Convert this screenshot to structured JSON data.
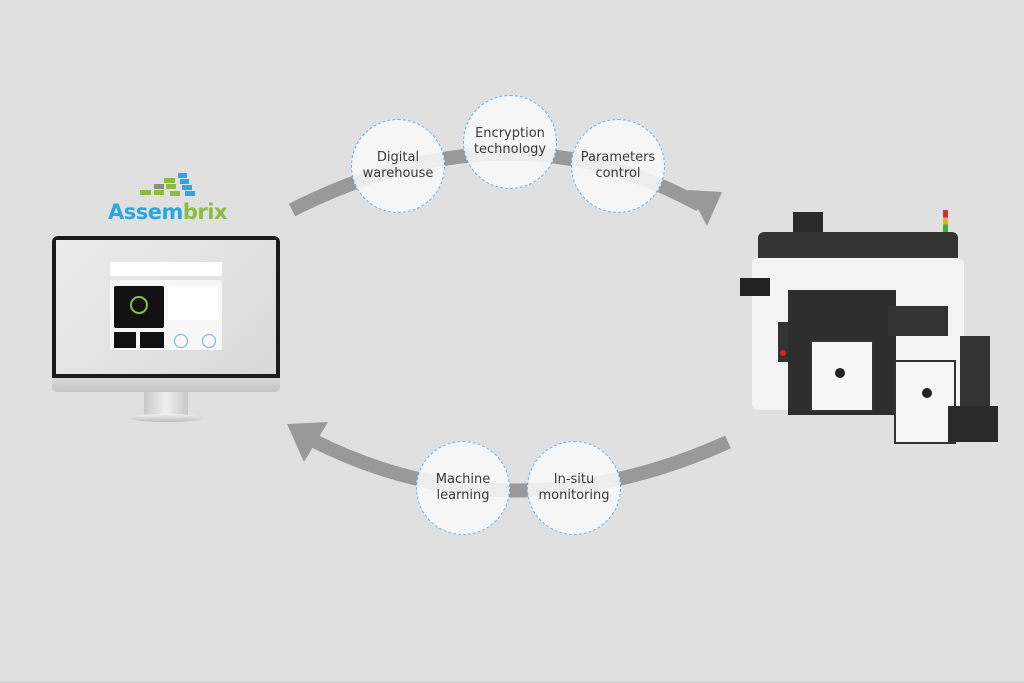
{
  "brand": {
    "name_part1": "Assem",
    "name_part2": "brix",
    "colors": {
      "blue": "#2aa6e0",
      "green": "#8cbd3f",
      "gray": "#9a9a9a"
    }
  },
  "diagram": {
    "left_entity": "assembrix-software-monitor",
    "right_entity": "industrial-3d-printer",
    "top_flow_direction": "software-to-printer",
    "bottom_flow_direction": "printer-to-software",
    "top_nodes": [
      {
        "label": "Digital\nwarehouse"
      },
      {
        "label": "Encryption\ntechnology"
      },
      {
        "label": "Parameters\ncontrol"
      }
    ],
    "bottom_nodes": [
      {
        "label": "Machine\nlearning"
      },
      {
        "label": "In-situ\nmonitoring"
      }
    ],
    "colors": {
      "background": "#e0e0e0",
      "arrow": "#999999",
      "node_border": "#6aaee6",
      "node_fill": "#f8f8f8",
      "text": "#3a3a3a"
    }
  }
}
